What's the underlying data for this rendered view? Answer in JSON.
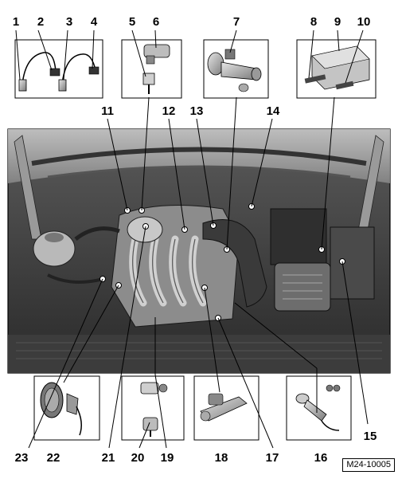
{
  "figure_ref": "M24-10005",
  "labels": [
    "1",
    "2",
    "3",
    "4",
    "5",
    "6",
    "7",
    "8",
    "9",
    "10",
    "11",
    "12",
    "13",
    "14",
    "15",
    "16",
    "17",
    "18",
    "19",
    "20",
    "21",
    "22",
    "23"
  ],
  "icons": {
    "engine": "engine-bay-photo",
    "oxygen_sensors": "oxygen-sensor-icon",
    "intake_sensor": "map-sensor-icon",
    "coolant_housing": "coolant-flange-icon",
    "control_unit": "engine-control-unit-icon",
    "crank_sensor": "crankshaft-wheel-icon",
    "small_sensors": "sensor-plug-icon",
    "injector": "injector-valve-icon",
    "knock_sensor": "knock-sensor-icon"
  }
}
